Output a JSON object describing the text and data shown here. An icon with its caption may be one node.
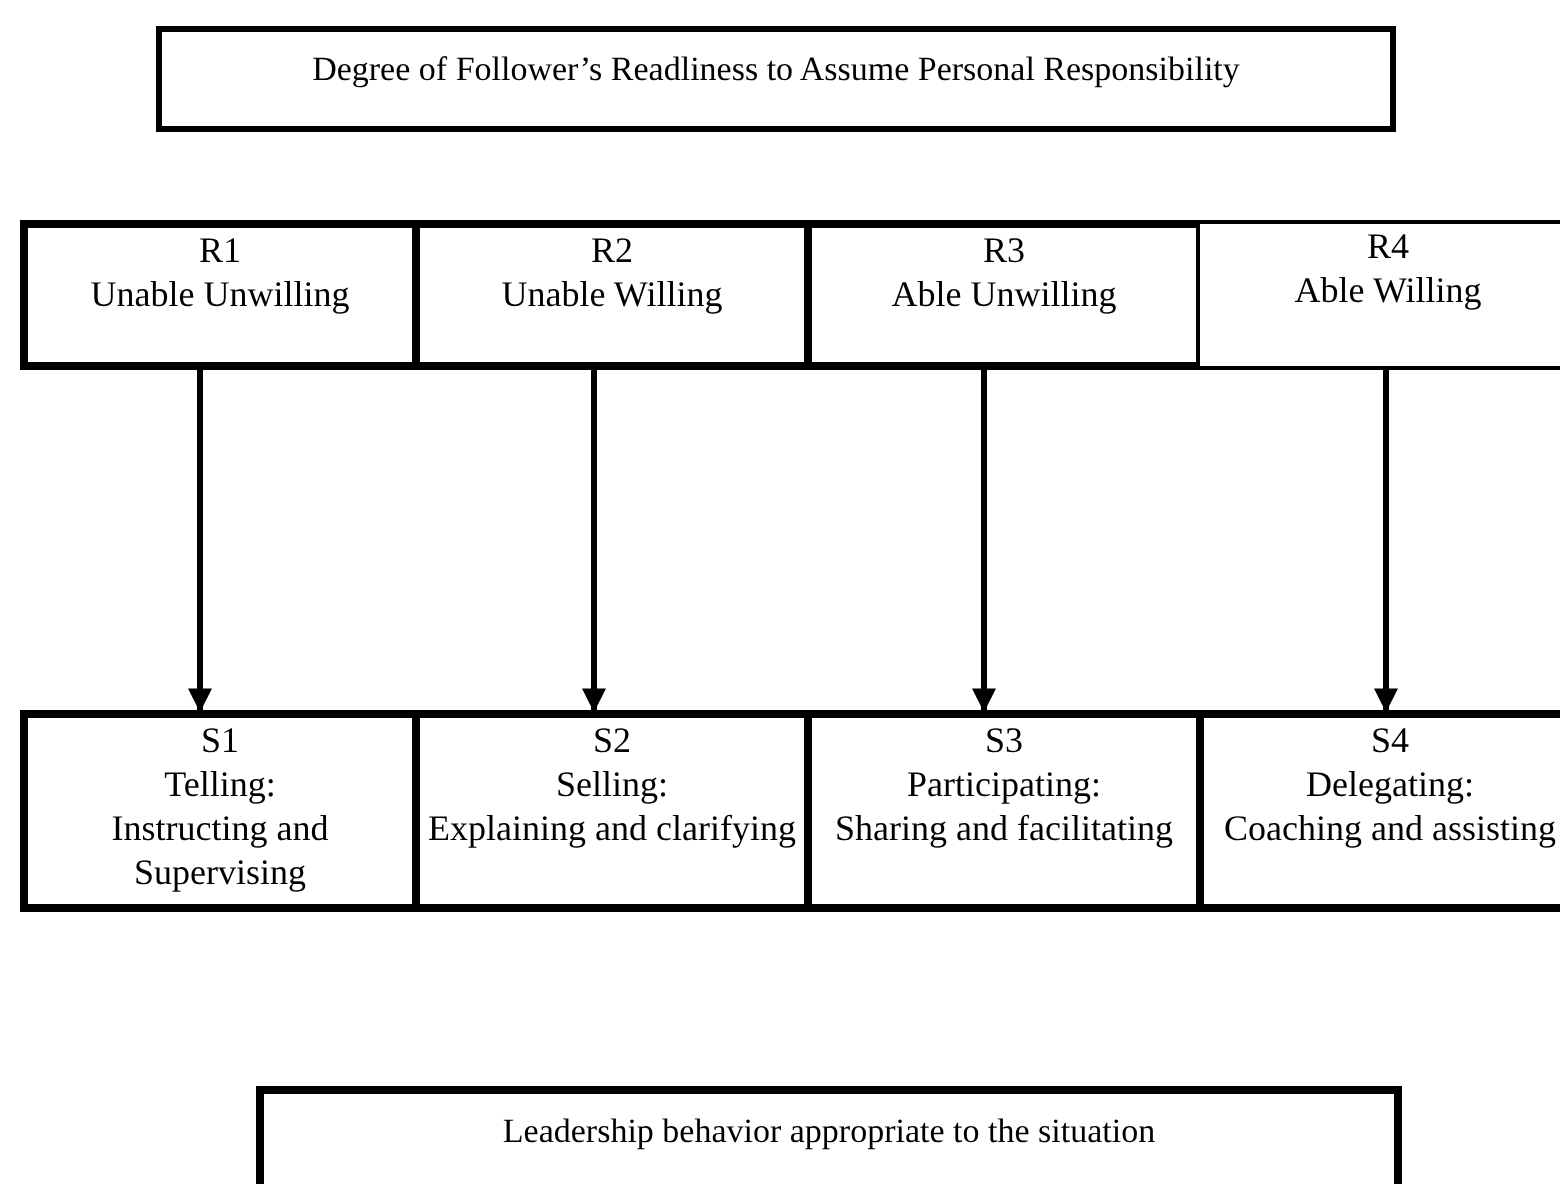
{
  "diagram": {
    "nodes": [
      {
        "text": [
          "Degree of Follower’s Readliness to Assume Personal Responsibility"
        ]
      },
      {
        "text": [
          "R1",
          "Unable Unwilling"
        ]
      },
      {
        "text": [
          "R2",
          "Unable Willing"
        ]
      },
      {
        "text": [
          "R3",
          "Able Unwilling"
        ]
      },
      {
        "text": [
          "R4",
          "Able Willing"
        ]
      },
      {
        "text": [
          "S1",
          "Telling:",
          "Instructing and Supervising"
        ]
      },
      {
        "text": [
          "S2",
          "Selling:",
          "Explaining and clarifying"
        ]
      },
      {
        "text": [
          "S3",
          "Participating:",
          "Sharing and facilitating"
        ]
      },
      {
        "text": [
          "S4",
          "Delegating:",
          "Coaching and assisting"
        ]
      },
      {
        "text": [
          "Leadership behavior appropriate to the situation"
        ]
      }
    ],
    "edges": [
      {
        "from": 1,
        "to": 5,
        "arrow": "to"
      },
      {
        "from": 2,
        "to": 6,
        "arrow": "to"
      },
      {
        "from": 3,
        "to": 7,
        "arrow": "to"
      },
      {
        "from": 4,
        "to": 8,
        "arrow": "to"
      }
    ]
  }
}
